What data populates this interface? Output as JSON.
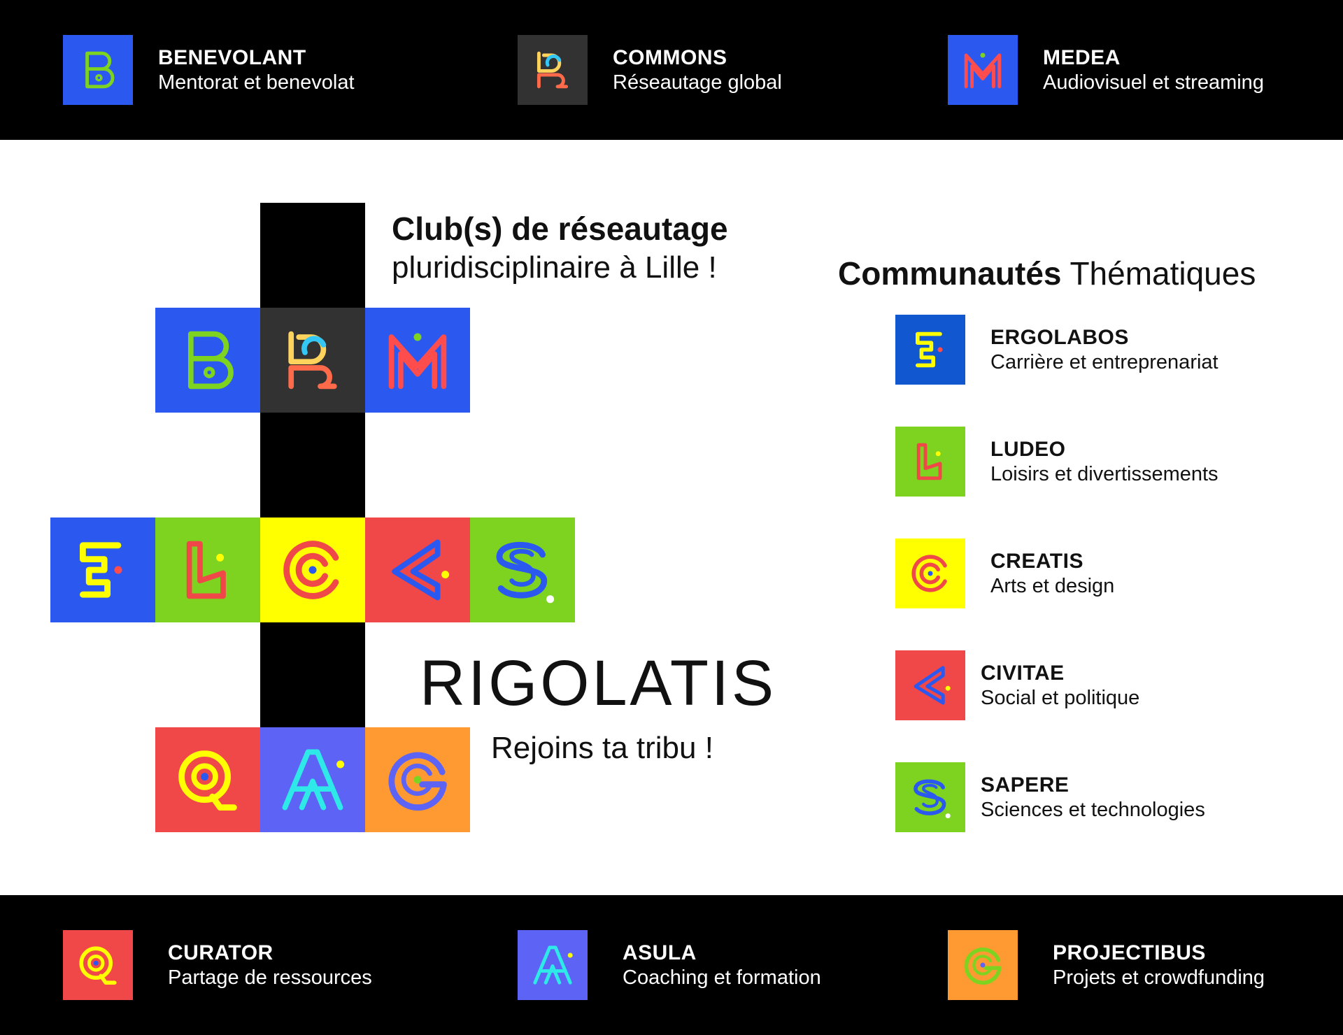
{
  "top_clubs": [
    {
      "name": "BENEVOLANT",
      "desc": "Mentorat et benevolat",
      "icon": "b-monogram-icon",
      "bg": "#2b59f0"
    },
    {
      "name": "COMMONS",
      "desc": "Réseautage global",
      "icon": "r-monogram-icon",
      "bg": "#323232"
    },
    {
      "name": "MEDEA",
      "desc": "Audiovisuel et streaming",
      "icon": "m-monogram-icon",
      "bg": "#2b59f0"
    }
  ],
  "bottom_clubs": [
    {
      "name": "CURATOR",
      "desc": "Partage de ressources",
      "icon": "q-monogram-icon",
      "bg": "#f04848"
    },
    {
      "name": "ASULA",
      "desc": "Coaching et formation",
      "icon": "a-monogram-icon",
      "bg": "#5c63f5"
    },
    {
      "name": "PROJECTIBUS",
      "desc": "Projets et crowdfunding",
      "icon": "g-monogram-icon",
      "bg": "#ff9a33"
    }
  ],
  "headline": {
    "title": "Club(s) de réseautage",
    "subtitle": "pluridisciplinaire à Lille !"
  },
  "communities": {
    "title_bold": "Communautés",
    "title_regular": "Thématiques",
    "items": [
      {
        "name": "ERGOLABOS",
        "desc": "Carrière et entreprenariat",
        "icon": "e-monogram-icon",
        "bg": "#1157cf"
      },
      {
        "name": "LUDEO",
        "desc": "Loisirs et divertissements",
        "icon": "l-monogram-icon",
        "bg": "#7ed321"
      },
      {
        "name": "CREATIS",
        "desc": "Arts et design",
        "icon": "c-monogram-icon",
        "bg": "#ffff00"
      },
      {
        "name": "CIVITAE",
        "desc": "Social et politique",
        "icon": "arrow-monogram-icon",
        "bg": "#f04848"
      },
      {
        "name": "SAPERE",
        "desc": "Sciences et technologies",
        "icon": "s-monogram-icon",
        "bg": "#7ed321"
      }
    ]
  },
  "brand": {
    "name": "RIGOLATIS",
    "tagline": "Rejoins ta tribu !"
  }
}
